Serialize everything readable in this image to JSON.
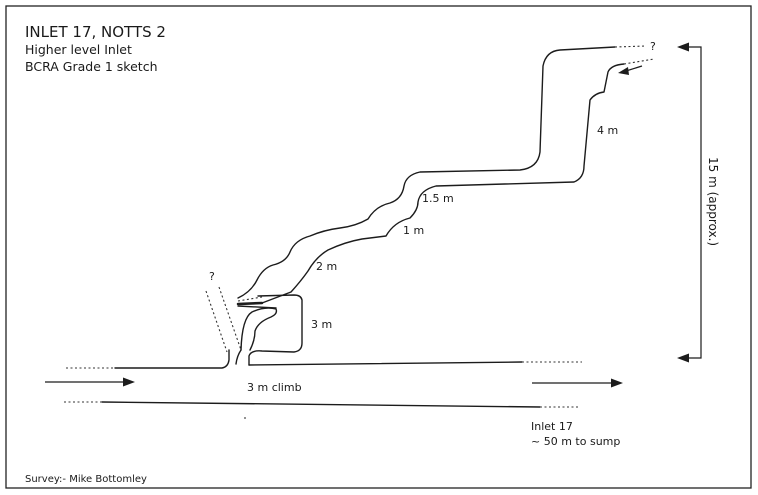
{
  "header": {
    "title": "INLET 17, NOTTS 2",
    "subtitle_1": "Higher level Inlet",
    "subtitle_2": "BCRA Grade 1 sketch"
  },
  "labels": {
    "question_top": "?",
    "question_left": "?",
    "pitch_4m": "4 m",
    "pitch_1_5m": "1.5 m",
    "pitch_1m": "1 m",
    "pitch_2m": "2 m",
    "pitch_3m": "3 m",
    "climb_3m": "3 m climb",
    "height_total": "15 m (approx.)",
    "inlet_name": "Inlet 17",
    "inlet_distance": "~ 50 m to sump"
  },
  "footer": {
    "credit": "Survey:- Mike Bottomley"
  }
}
